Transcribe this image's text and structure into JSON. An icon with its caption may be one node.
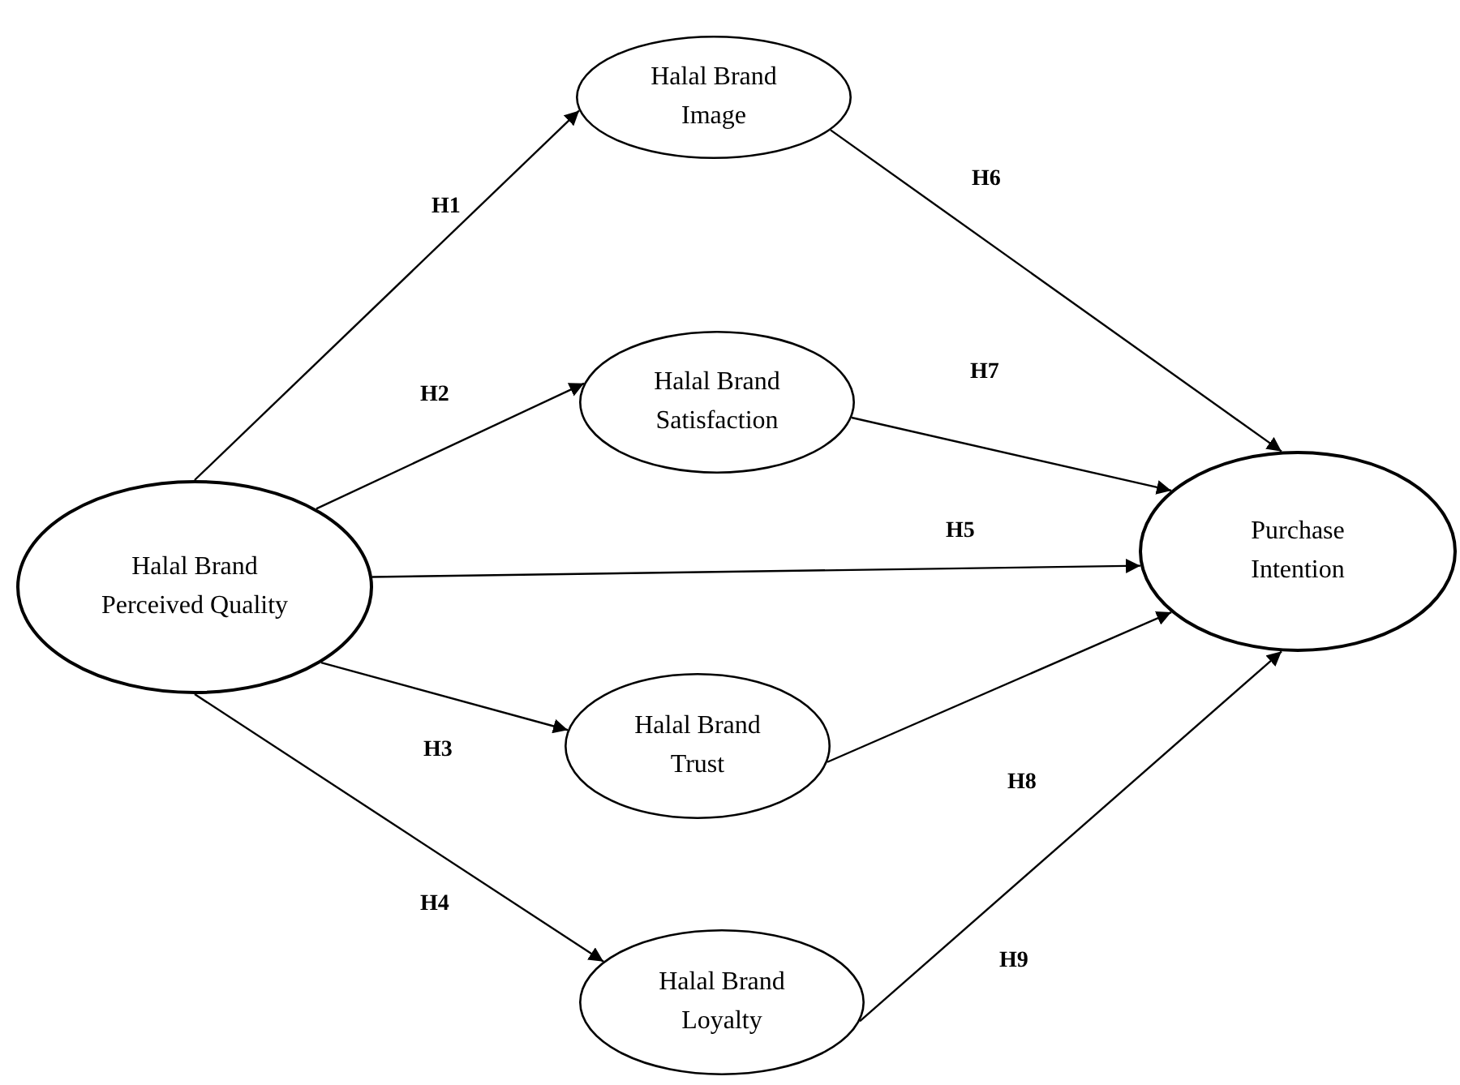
{
  "diagram": {
    "nodes": [
      {
        "text": [
          "Halal Brand Perceived Quality"
        ]
      },
      {
        "text": [
          "Halal Brand Image"
        ]
      },
      {
        "text": [
          "Halal Brand Satisfaction"
        ]
      },
      {
        "text": [
          "Halal Brand Trust"
        ]
      },
      {
        "text": [
          "Halal Brand Loyalty"
        ]
      },
      {
        "text": [
          "Purchase Intention"
        ]
      }
    ],
    "edges": [
      {
        "from": 0,
        "to": 1,
        "arrow": "to",
        "label": "H1"
      },
      {
        "from": 0,
        "to": 2,
        "arrow": "to",
        "label": "H2"
      },
      {
        "from": 0,
        "to": 3,
        "arrow": "to",
        "label": "H3"
      },
      {
        "from": 0,
        "to": 4,
        "arrow": "to",
        "label": "H4"
      },
      {
        "from": 0,
        "to": 5,
        "arrow": "to",
        "label": "H5"
      },
      {
        "from": 1,
        "to": 5,
        "arrow": "to",
        "label": "H6"
      },
      {
        "from": 2,
        "to": 5,
        "arrow": "to",
        "label": "H7"
      },
      {
        "from": 3,
        "to": 5,
        "arrow": "to",
        "label": "H8"
      },
      {
        "from": 4,
        "to": 5,
        "arrow": "to",
        "label": "H9"
      }
    ]
  }
}
